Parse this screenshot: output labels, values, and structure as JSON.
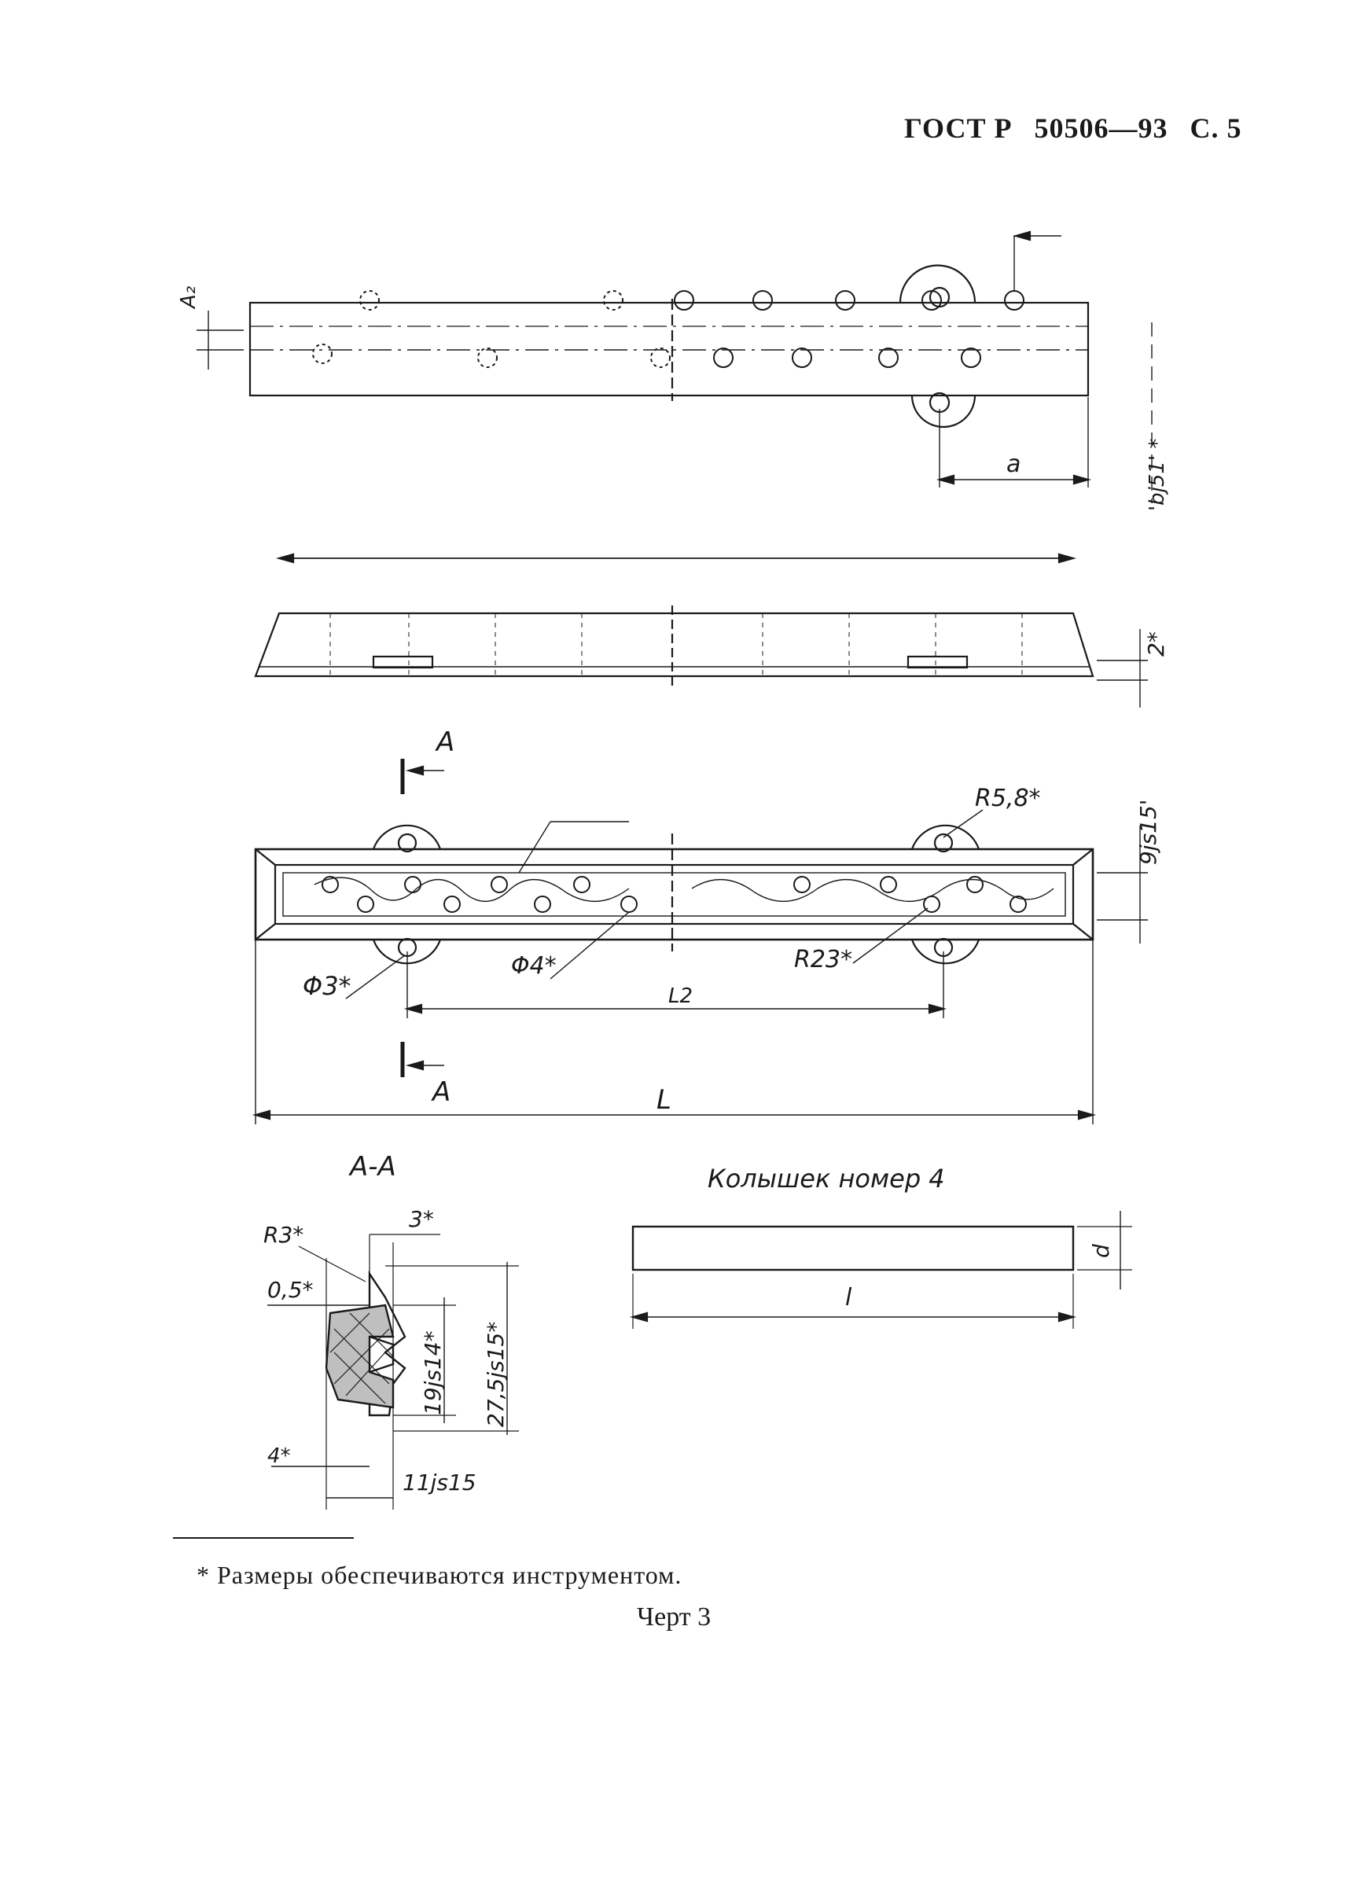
{
  "header": {
    "standard": "ГОСТ Р",
    "number": "50506—93",
    "page": "С. 5"
  },
  "drawing": {
    "labels": {
      "a2": "A₂",
      "a": "a",
      "top_right_vertical": "'bj51' *",
      "two_star": "2*",
      "section_a_top": "A",
      "section_a_bottom": "A",
      "r58": "R5,8*",
      "js15_right": "9js15'",
      "phi3": "Φ3*",
      "phi4": "Φ4*",
      "r23": "R23*",
      "l2": "L2",
      "L": "L",
      "section_title": "A-A",
      "peg_title": "Колышек номер 4",
      "r3": "R3*",
      "three_star": "3*",
      "half_star": "0,5*",
      "four_star": "4*",
      "d": "d",
      "l": "l",
      "js14": "19js14*",
      "js15_big": "27,5js15*",
      "js15_small": "11js15"
    }
  },
  "footnote": "* Размеры обеспечиваются инструментом.",
  "caption": "Черт 3"
}
